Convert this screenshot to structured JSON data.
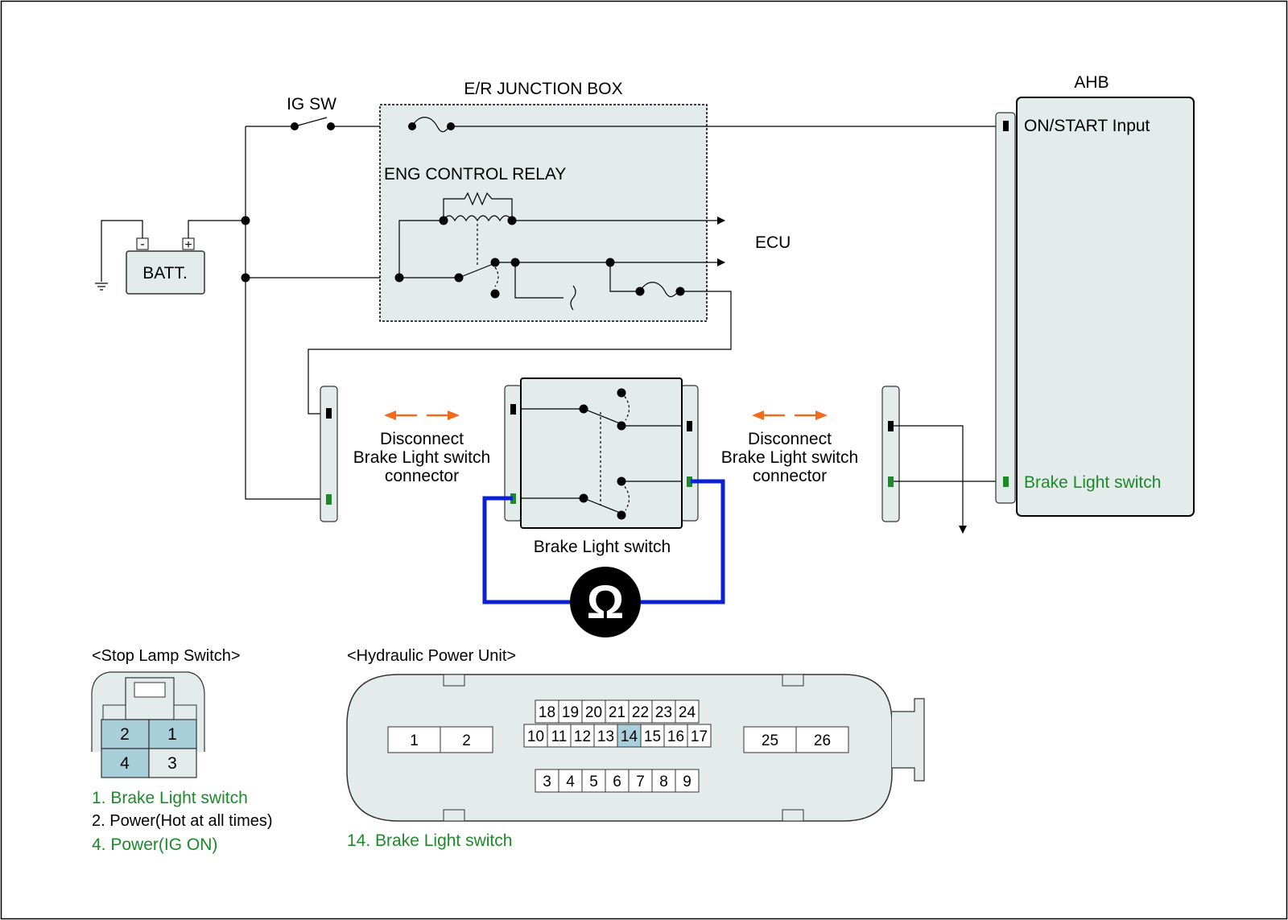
{
  "labels": {
    "ig_sw": "IG SW",
    "junction_box": "E/R JUNCTION BOX",
    "eng_control_relay": "ENG  CONTROL RELAY",
    "batt": "BATT.",
    "batt_minus": "-",
    "batt_plus": "+",
    "ecu": "ECU",
    "ahb": "AHB",
    "ahb_on_start_input": "ON/START Input",
    "ahb_brake_light_switch": "Brake Light switch",
    "disconnect_left": [
      "Disconnect",
      "Brake Light switch",
      "connector"
    ],
    "disconnect_right": [
      "Disconnect",
      "Brake Light switch",
      "connector"
    ],
    "brake_light_switch": "Brake Light switch",
    "ohmmeter_symbol": "Ω"
  },
  "stop_lamp_switch": {
    "title": "<Stop Lamp Switch>",
    "pins": [
      {
        "label": "2",
        "highlight": true
      },
      {
        "label": "1",
        "highlight": true
      },
      {
        "label": "4",
        "highlight": true
      },
      {
        "label": "3",
        "highlight": false
      }
    ],
    "legend": [
      {
        "text": "1. Brake Light switch",
        "color": "#1d8a2a"
      },
      {
        "text": "2. Power(Hot at all times)",
        "color": "#000000"
      },
      {
        "text": "4. Power(IG ON)",
        "color": "#1d8a2a"
      }
    ]
  },
  "hydraulic_power_unit": {
    "title": "<Hydraulic Power Unit>",
    "left_pins": [
      "1",
      "2"
    ],
    "top_row": [
      "18",
      "19",
      "20",
      "21",
      "22",
      "23",
      "24"
    ],
    "middle_row": [
      "10",
      "11",
      "12",
      "13",
      "14",
      "15",
      "16",
      "17"
    ],
    "bottom_row": [
      "3",
      "4",
      "5",
      "6",
      "7",
      "8",
      "9"
    ],
    "right_pins": [
      "25",
      "26"
    ],
    "highlight_pin": "14",
    "legend": "14. Brake Light switch",
    "legend_color": "#1d8a2a"
  },
  "colors": {
    "box_fill": "#e3ebeb",
    "highlight": "#a9d0da",
    "green": "#1d8a2a",
    "arrow_orange": "#f26a1b",
    "meter_wire": "#0a1fd6"
  }
}
